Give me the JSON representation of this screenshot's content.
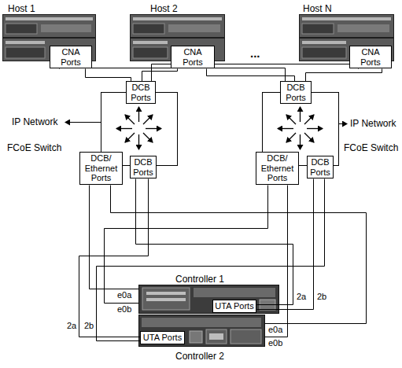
{
  "diagram": {
    "nodes": [
      {
        "text": [
          "Host 1"
        ]
      },
      {
        "text": [
          "CNA Ports"
        ],
        "in": 0
      },
      {
        "text": [
          "Host 2"
        ]
      },
      {
        "text": [
          "CNA Ports"
        ],
        "in": 2
      },
      {
        "text": [
          "Host N"
        ]
      },
      {
        "text": [
          "CNA Ports"
        ],
        "in": 4
      },
      {
        "text": [
          "FCoE Switch"
        ]
      },
      {
        "text": [
          "DCB Ports"
        ],
        "in": 6
      },
      {
        "text": [
          "DCB/ Ethernet Ports"
        ],
        "in": 6
      },
      {
        "text": [
          "DCB Ports"
        ],
        "in": 6
      },
      {
        "text": [
          "FCoE Switch"
        ]
      },
      {
        "text": [
          "DCB Ports"
        ],
        "in": 10
      },
      {
        "text": [
          "DCB/ Ethernet Ports"
        ],
        "in": 10
      },
      {
        "text": [
          "DCB Ports"
        ],
        "in": 10
      },
      {
        "text": [
          "Controller 1"
        ]
      },
      {
        "text": [
          "UTA Ports"
        ],
        "in": 14
      },
      {
        "text": [
          "Controller 2"
        ]
      },
      {
        "text": [
          "UTA Ports"
        ],
        "in": 16
      }
    ],
    "edges": [
      {
        "from": 1,
        "to": 7,
        "arrow": "none"
      },
      {
        "from": 1,
        "to": 11,
        "arrow": "none"
      },
      {
        "from": 3,
        "to": 7,
        "arrow": "none"
      },
      {
        "from": 3,
        "to": 11,
        "arrow": "none"
      },
      {
        "from": 5,
        "to": 7,
        "arrow": "none"
      },
      {
        "from": 5,
        "to": 11,
        "arrow": "none"
      },
      {
        "from": 8,
        "to": 14,
        "arrow": "none"
      },
      {
        "from": 8,
        "to": 16,
        "arrow": "none"
      },
      {
        "from": 12,
        "to": 14,
        "arrow": "none"
      },
      {
        "from": 12,
        "to": 16,
        "arrow": "none"
      },
      {
        "from": 9,
        "to": 15,
        "arrow": "none"
      },
      {
        "from": 9,
        "to": 17,
        "arrow": "none"
      },
      {
        "from": 13,
        "to": 15,
        "arrow": "none"
      },
      {
        "from": 13,
        "to": 17,
        "arrow": "none"
      }
    ],
    "labels": [
      "...",
      "IP Network",
      "IP Network",
      "e0a",
      "e0b",
      "2a",
      "2b",
      "2a",
      "2b",
      "e0a",
      "e0b"
    ]
  }
}
